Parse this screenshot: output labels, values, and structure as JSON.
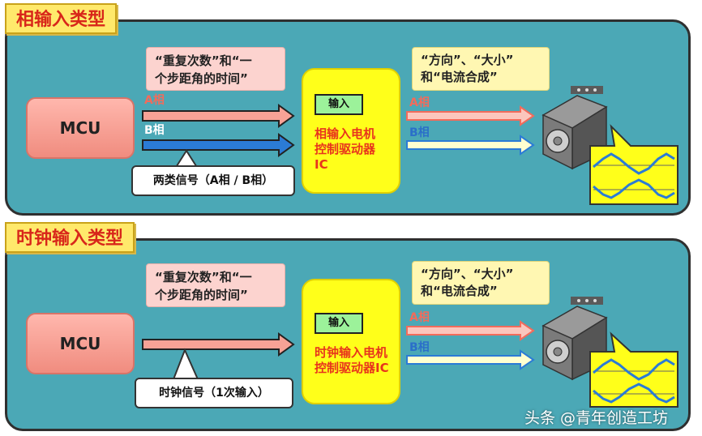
{
  "panels": [
    {
      "title": "相输入类型",
      "mcu": "MCU",
      "note_left": "“重复次数”和“一个步距角的时间”",
      "note_left_l1": "“重复次数”和“一",
      "note_left_l2": "个步距角的时间”",
      "signals_in": [
        "A相",
        "B相"
      ],
      "signal_caption": "两类信号（A相 / B相）",
      "ic_input": "输入",
      "ic_l1": "相输入电机",
      "ic_l2": "控制驱动器",
      "ic_l3": "IC",
      "note_right_l1": "“方向”、“大小”",
      "note_right_l2": "和“电流合成”",
      "signals_out": [
        "A相",
        "B相"
      ]
    },
    {
      "title": "时钟输入类型",
      "mcu": "MCU",
      "note_left_l1": "“重复次数”和“一",
      "note_left_l2": "个步距角的时间”",
      "signal_caption": "时钟信号（1次输入）",
      "ic_input": "输入",
      "ic_l1": "时钟输入电机",
      "ic_l2": "控制驱动器IC",
      "note_right_l1": "“方向”、“大小”",
      "note_right_l2": "和“电流合成”",
      "signals_out": [
        "A相",
        "B相"
      ]
    }
  ],
  "watermark": "头条 @青年创造工坊",
  "colors": {
    "panel_bg": "#4ba8b6",
    "title_bg": "#ffe96b",
    "title_text": "#d8261a",
    "ic_bg": "#ffff1a",
    "ic_text": "#e8341c",
    "signal_a": "#f26b5b",
    "signal_b": "#2b7bd6",
    "note_pink": "#fcd3cf",
    "note_yellow": "#fff7b2"
  }
}
